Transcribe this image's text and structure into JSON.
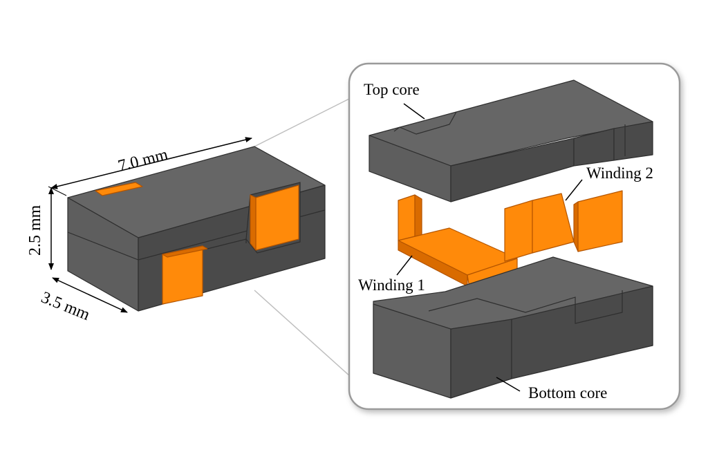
{
  "colors": {
    "background": "#ffffff",
    "core_top_face": "#666666",
    "core_front_face": "#5e5e5e",
    "core_side_face": "#4a4a4a",
    "core_edge": "#2e2e2e",
    "winding_face": "#ff8a0a",
    "winding_dark": "#d96b00",
    "winding_edge": "#b35400",
    "callout_box_stroke": "#9a9a9a",
    "guide_line": "#bfbfbf"
  },
  "dimensions": {
    "length": "7.0 mm",
    "height": "2.5 mm",
    "width": "3.5 mm"
  },
  "labels": {
    "top_core": "Top core",
    "bottom_core": "Bottom core",
    "winding_1": "Winding 1",
    "winding_2": "Winding 2"
  }
}
